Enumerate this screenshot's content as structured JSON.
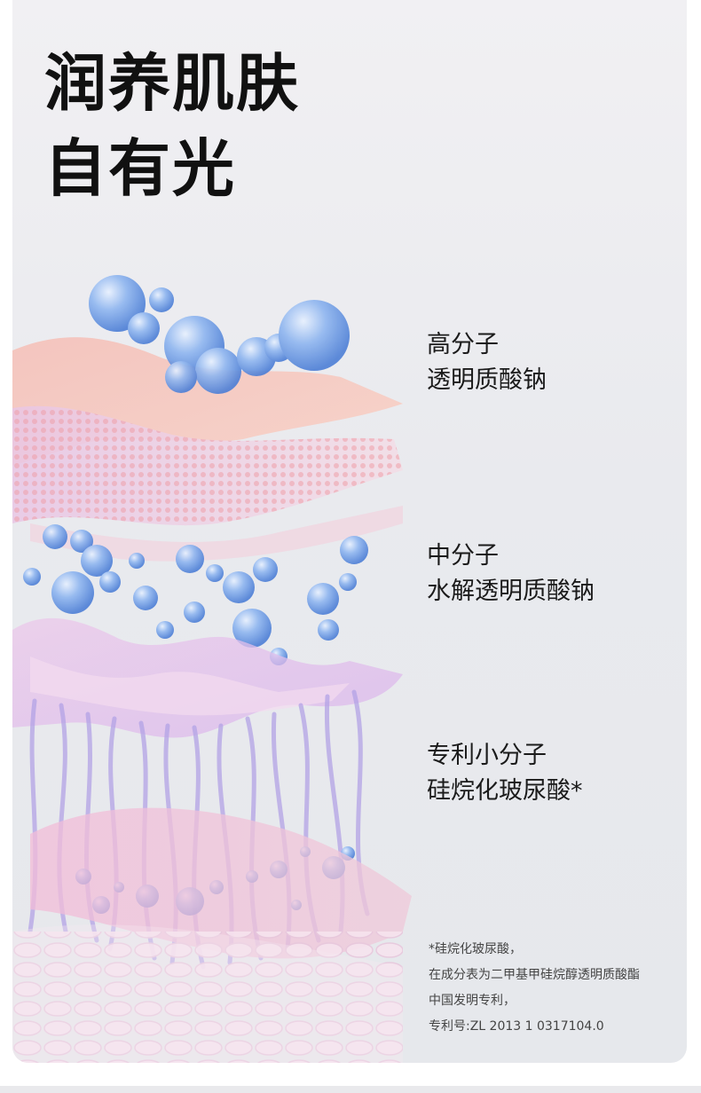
{
  "headline": {
    "line1": "润养肌肤",
    "line2": "自有光"
  },
  "layers": [
    {
      "line1": "高分子",
      "line2": "透明质酸钠"
    },
    {
      "line1": "中分子",
      "line2": "水解透明质酸钠"
    },
    {
      "line1": "专利小分子",
      "line2": "硅烷化玻尿酸*"
    }
  ],
  "footnote": {
    "line1": "*硅烷化玻尿酸，",
    "line2": "在成分表为二甲基甲硅烷醇透明质酸酯",
    "line3": "中国发明专利，",
    "line4": "专利号:ZL  2013 1 0317104.0"
  },
  "colors": {
    "bubble": "#7fa8e8",
    "skin_pink": "#f2b3b0",
    "fiber_purple": "#b7a7e6",
    "background": "#ebebef"
  }
}
